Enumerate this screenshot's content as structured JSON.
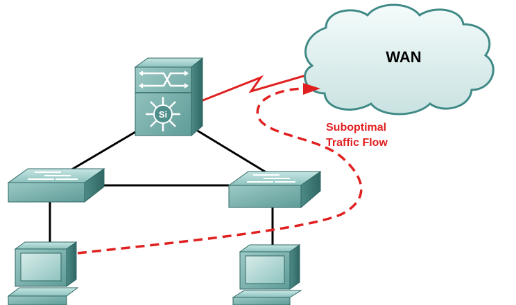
{
  "wan": {
    "label": "WAN",
    "fill": "#ddeeee",
    "stroke": "#3f8a86"
  },
  "multilayer_switch": {
    "badge": "Si"
  },
  "annotation": {
    "line1": "Suboptimal",
    "line2": "Traffic Flow"
  },
  "colors": {
    "device_face": "#7fb6b2",
    "device_side": "#4f8f8b",
    "device_top": "#a9d4d0",
    "link": "#000000",
    "wan_link": "#e02020",
    "flow": "#e02020",
    "annotation_text": "#e02020"
  },
  "icons": {
    "wan_cloud": "cloud-icon",
    "core_switch": "multilayer-switch-icon",
    "access_switch": "switch-icon",
    "host": "workstation-icon",
    "serial_link": "lightning-bolt-icon"
  }
}
